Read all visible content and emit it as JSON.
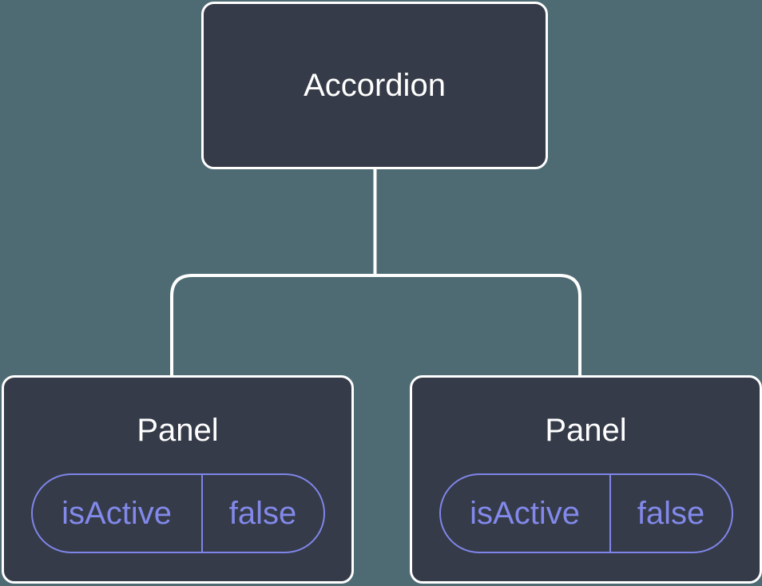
{
  "diagram": {
    "type": "component-tree",
    "root": {
      "label": "Accordion"
    },
    "children": [
      {
        "label": "Panel",
        "state": {
          "key": "isActive",
          "value": "false"
        }
      },
      {
        "label": "Panel",
        "state": {
          "key": "isActive",
          "value": "false"
        }
      }
    ]
  },
  "colors": {
    "background": "#4e6b74",
    "node_fill": "#353b48",
    "node_border": "#ffffff",
    "connector": "#ffffff",
    "label_text": "#ffffff",
    "state_accent": "#7f85e8"
  }
}
